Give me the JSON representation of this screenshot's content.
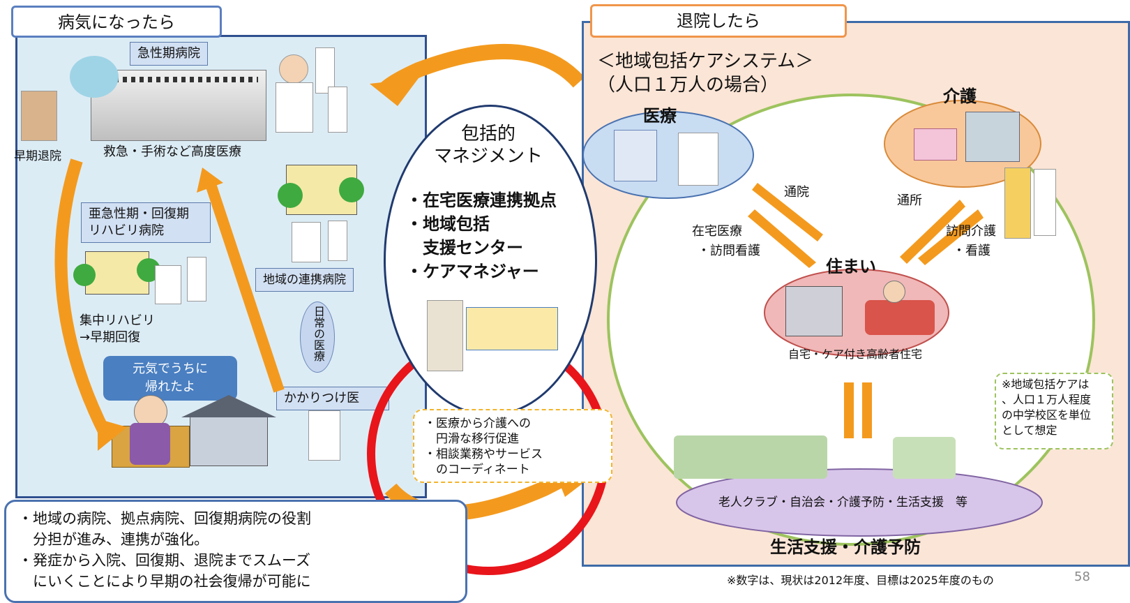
{
  "left": {
    "tab": "病気になったら",
    "acute_hospital": "急性期病院",
    "acute_caption": "救急・手術など高度医療",
    "early_discharge": "早期退院",
    "subacute_label_1": "亜急性期・回復期",
    "subacute_label_2": "リハビリ病院",
    "rehab_1": "集中リハビリ",
    "rehab_2": "→早期回復",
    "regional_hospital": "地域の連携病院",
    "daily_medical": "日常の医療",
    "family_doctor": "かかりつけ医",
    "speech_1": "元気でうちに",
    "speech_2": "帰れたよ"
  },
  "center": {
    "title_1": "包括的",
    "title_2": "マネジメント",
    "items": [
      "・在宅医療連携拠点",
      "・地域包括",
      "　支援センター",
      "・ケアマネジャー"
    ],
    "notes": [
      "・医療から介護への",
      "　円滑な移行促進",
      "・相談業務やサービス",
      "　のコーディネート"
    ]
  },
  "bottom_box": {
    "lines": [
      "・地域の病院、拠点病院、回復期病院の役割",
      "　分担が進み、連携が強化。",
      "・発症から入院、回復期、退院までスムーズ",
      "　にいくことにより早期の社会復帰が可能に"
    ]
  },
  "right": {
    "tab": "退院したら",
    "system_title": "＜地域包括ケアシステム＞",
    "population": "（人口１万人の場合）",
    "medical": "医療",
    "care": "介護",
    "home": "住まい",
    "home_caption": "自宅・ケア付き高齢者住宅",
    "outpatient": "通院",
    "home_medical_1": "在宅医療",
    "home_medical_2": "・訪問看護",
    "day_care": "通所",
    "visit_care_1": "訪問介護",
    "visit_care_2": "・看護",
    "support_caption": "老人クラブ・自治会・介護予防・生活支援　等",
    "support_title": "生活支援・介護予防",
    "note": [
      "※地域包括ケアは",
      "、人口１万人程度",
      "の中学校区を単位",
      "として想定"
    ]
  },
  "footer": {
    "note": "※数字は、現状は2012年度、目標は2025年度のもの",
    "page": "58"
  },
  "colors": {
    "arrow": "#f39a1e",
    "highlight_circle": "#e8151b",
    "left_panel": "#dcecf5",
    "right_panel": "#fbe5d6"
  }
}
